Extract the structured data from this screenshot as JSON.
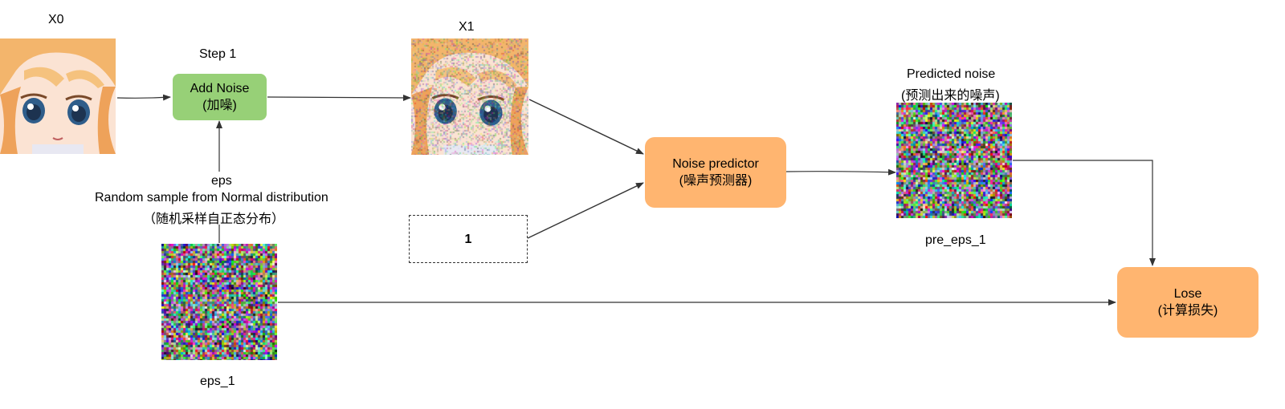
{
  "labels": {
    "x0": "X0",
    "step1": "Step 1",
    "x1": "X1",
    "eps_title": "eps",
    "eps_desc": "Random sample from Normal distribution",
    "eps_desc_cn": "（随机采样自正态分布）",
    "eps_1": "eps_1",
    "pred_title": "Predicted noise",
    "pred_title_cn": "(预测出来的噪声)",
    "pre_eps_1": "pre_eps_1"
  },
  "nodes": {
    "add_noise": {
      "line1": "Add Noise",
      "line2": "(加噪)"
    },
    "timestep": {
      "value": "1"
    },
    "noise_predictor": {
      "line1": "Noise predictor",
      "line2": "(噪声预测器)"
    },
    "lose": {
      "line1": "Lose",
      "line2": "(计算损失)"
    }
  },
  "colors": {
    "add_noise": "#97d077",
    "noise_predictor": "#ffb570",
    "lose": "#ffb570",
    "arrow": "#333333"
  },
  "images": {
    "x0": "anime-girl-portrait",
    "x1": "noisy-anime-girl-portrait",
    "eps_1": "rgb-gaussian-noise",
    "pre_eps_1": "rgb-gaussian-noise"
  }
}
